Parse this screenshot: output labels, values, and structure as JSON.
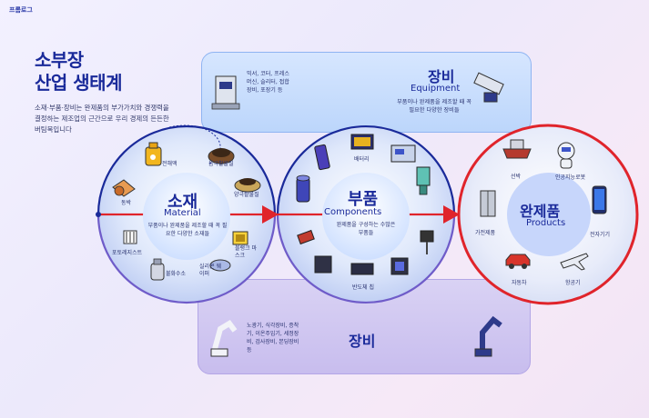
{
  "brand": "프롬로그",
  "title_line1": "소부장",
  "title_line2": "산업 생태계",
  "description": "소재·부품·장비는 완제품의 부가가치와 경쟁력을 결정하는 제조업의 근간으로 우리 경제의 든든한 버팀목입니다",
  "equipment_top": {
    "title": "장비",
    "subtitle": "Equipment",
    "description": "부품이나 완제품을 제조할 때 꼭 필요한 다양한 장비들",
    "items": "믹서, 코터, 프레스 머신, 슬리터, 접합장비, 포장기 등"
  },
  "material": {
    "title": "소재",
    "subtitle": "Material",
    "description": "부품이나 완제품을 제조할 때 꼭 필요한 다양한 소재들",
    "items": [
      "전해액",
      "음극활물질",
      "양극활물질",
      "동박",
      "포토레지스트",
      "불화수소",
      "블랭크 마스크",
      "실리콘 웨이퍼"
    ]
  },
  "components": {
    "title": "부품",
    "subtitle": "Components",
    "description": "완제품을 구성하는 수많은 부품들",
    "items": [
      "배터리",
      "반도체 칩"
    ]
  },
  "products": {
    "title": "완제품",
    "subtitle": "Products",
    "items": [
      "선박",
      "인공지능로봇",
      "가전제품",
      "전자기기",
      "자동차",
      "항공기"
    ]
  },
  "equipment_bottom": {
    "title": "장비",
    "items": "노광기, 식각장비, 증착기, 이온주입기, 세정장비, 검사장비, 본딩장비 등"
  },
  "colors": {
    "primary": "#1a2a9a",
    "accent_red": "#e0242b",
    "equip_blue": "#bcd6fb",
    "equip_purple": "#c8bdee"
  }
}
